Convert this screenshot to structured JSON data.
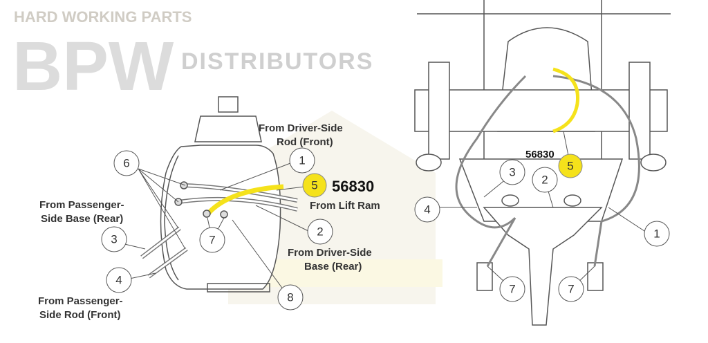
{
  "watermark": {
    "arc_text": "HARD WORKING PARTS",
    "brand": "BPW",
    "sub": "DISTRIBUTORS"
  },
  "left_view": {
    "labels": {
      "driver_rod_front_1": "From Driver-Side",
      "driver_rod_front_2": "Rod (Front)",
      "passenger_base_rear_1": "From Passenger-",
      "passenger_base_rear_2": "Side Base (Rear)",
      "passenger_rod_front_1": "From Passenger-",
      "passenger_rod_front_2": "Side Rod (Front)",
      "driver_base_rear_1": "From Driver-Side",
      "driver_base_rear_2": "Base (Rear)",
      "lift_ram": "From Lift Ram",
      "part_number": "56830"
    },
    "callouts": [
      "1",
      "2",
      "3",
      "4",
      "5",
      "6",
      "7",
      "8"
    ]
  },
  "right_view": {
    "part_number": "56830",
    "callouts": [
      "1",
      "2",
      "3",
      "4",
      "5",
      "7",
      "7"
    ]
  },
  "colors": {
    "highlight": "#f5e21b",
    "line": "#444444",
    "watermark": "#e9e2c8"
  }
}
